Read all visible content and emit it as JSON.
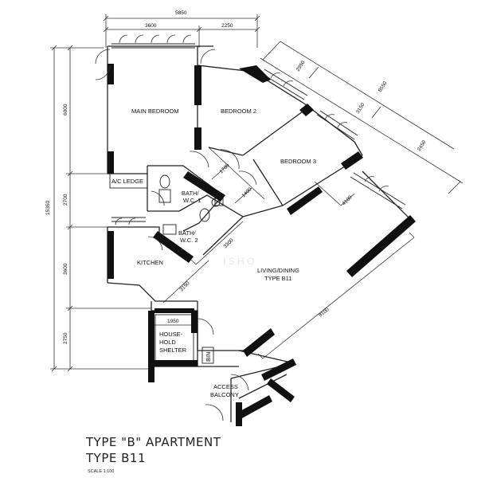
{
  "rooms": {
    "main_bedroom": "MAIN BEDROOM",
    "bedroom2": "BEDROOM 2",
    "bedroom3": "BEDROOM 3",
    "ac_ledge": "A/C LEDGE",
    "bath1_l1": "BATH/",
    "bath1_l2": "W.C. 1",
    "bath2_l1": "BATH/",
    "bath2_l2": "W.C. 2",
    "kitchen": "KITCHEN",
    "living_l1": "LIVING/DINING",
    "living_l2": "TYPE B11",
    "shelter_l1": "HOUSE-",
    "shelter_l2": "HOLD",
    "shelter_l3": "SHELTER",
    "access_l1": "ACCESS",
    "access_l2": "BALCONY",
    "bin": "BIN"
  },
  "dimensions": {
    "top_total": "5850",
    "top_left": "3600",
    "top_right": "2250",
    "left_total": "15350",
    "left_1": "6000",
    "left_2": "2700",
    "left_3": "3600",
    "left_4": "2750",
    "diag_total": "8550",
    "diag_1": "2950",
    "diag_2": "3150",
    "diag_3": "2450",
    "d1700": "1700",
    "d1400": "1400",
    "d4100": "4100",
    "d3300": "3300",
    "d3150": "3150",
    "d9100": "9100",
    "d1950": "1950"
  },
  "title": {
    "line1": "TYPE \"B\" APARTMENT",
    "line2": "TYPE B11",
    "scale": "SCALE 1:100"
  }
}
